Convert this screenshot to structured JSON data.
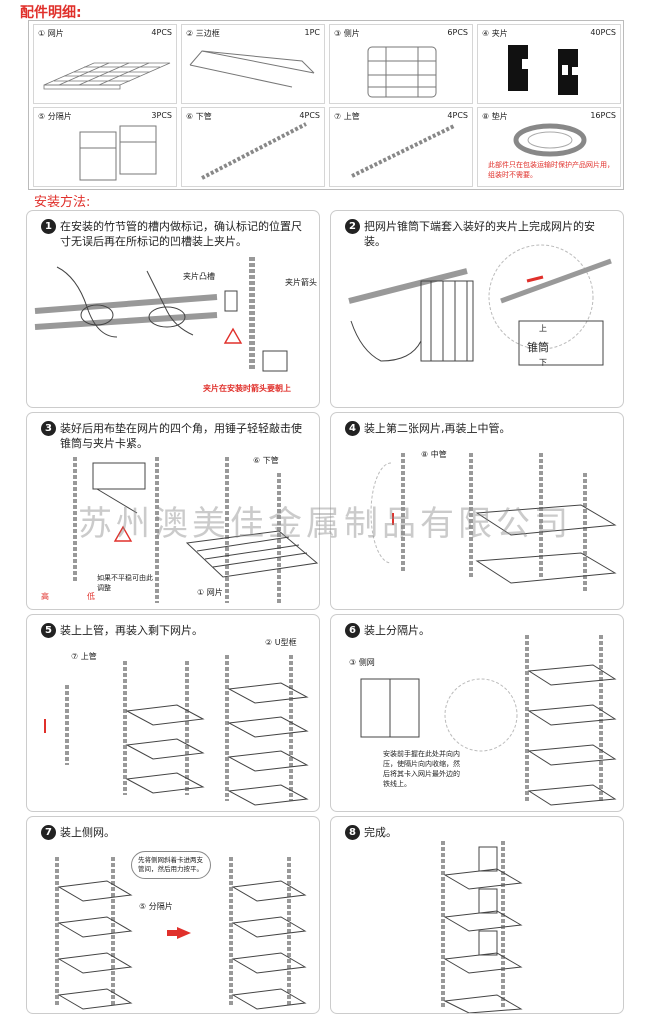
{
  "parts_title": "配件明细:",
  "parts": [
    {
      "name": "① 网片",
      "qty": "4PCS"
    },
    {
      "name": "② 三边框",
      "qty": "1PC"
    },
    {
      "name": "③ 侧片",
      "qty": "6PCS"
    },
    {
      "name": "④ 夹片",
      "qty": "40PCS"
    },
    {
      "name": "⑤ 分隔片",
      "qty": "3PCS"
    },
    {
      "name": "⑥ 下管",
      "qty": "4PCS"
    },
    {
      "name": "⑦ 上管",
      "qty": "4PCS"
    },
    {
      "name": "⑧ 垫片",
      "qty": "16PCS"
    }
  ],
  "parts_note": "此部件只在包装运输时保护产品网片用，组装时不需要。",
  "method_title": "安装方法:",
  "steps": [
    {
      "num": "1",
      "text": "在安装的竹节管的槽内做标记，确认标记的位置尺寸无误后再在所标记的凹槽装上夹片。",
      "labels": {
        "groove": "夹片凸槽",
        "arrow": "夹片箭头"
      },
      "warning": "夹片在安装时箭头要朝上"
    },
    {
      "num": "2",
      "text": "把网片锥筒下端套入装好的夹片上完成网片的安装。",
      "labels": {
        "up": "上",
        "cone": "锥筒",
        "down": "下"
      }
    },
    {
      "num": "3",
      "text": "装好后用布垫在网片的四个角，用锤子轻轻敲击使锥筒与夹片卡紧。",
      "labels": {
        "lower_pipe": "⑥ 下管",
        "shelf": "① 网片",
        "adjust": "如果不平稳可由此调整",
        "high": "高",
        "low": "低"
      }
    },
    {
      "num": "4",
      "text": "装上第二张网片,再装上中管。",
      "labels": {
        "pad": "⑧ 中管"
      }
    },
    {
      "num": "5",
      "text": "装上上管，再装入剩下网片。",
      "labels": {
        "upper_pipe": "⑦ 上管",
        "frame": "② U型框"
      }
    },
    {
      "num": "6",
      "text": "装上分隔片。",
      "labels": {
        "side": "③ 侧网"
      },
      "note": "安装前手握在此处并向内压，使隔片向内收缩，然后将其卡入网片最外边的铁线上。"
    },
    {
      "num": "7",
      "text": "装上侧网。",
      "labels": {
        "divider": "⑤ 分隔片"
      },
      "note": "先将侧网斜着卡进两支管间，然后用力按平。"
    },
    {
      "num": "8",
      "text": "完成。"
    }
  ],
  "watermark": "苏州澳美佳金属制品有限公司",
  "colors": {
    "accent": "#e0302b",
    "line": "#555555"
  }
}
